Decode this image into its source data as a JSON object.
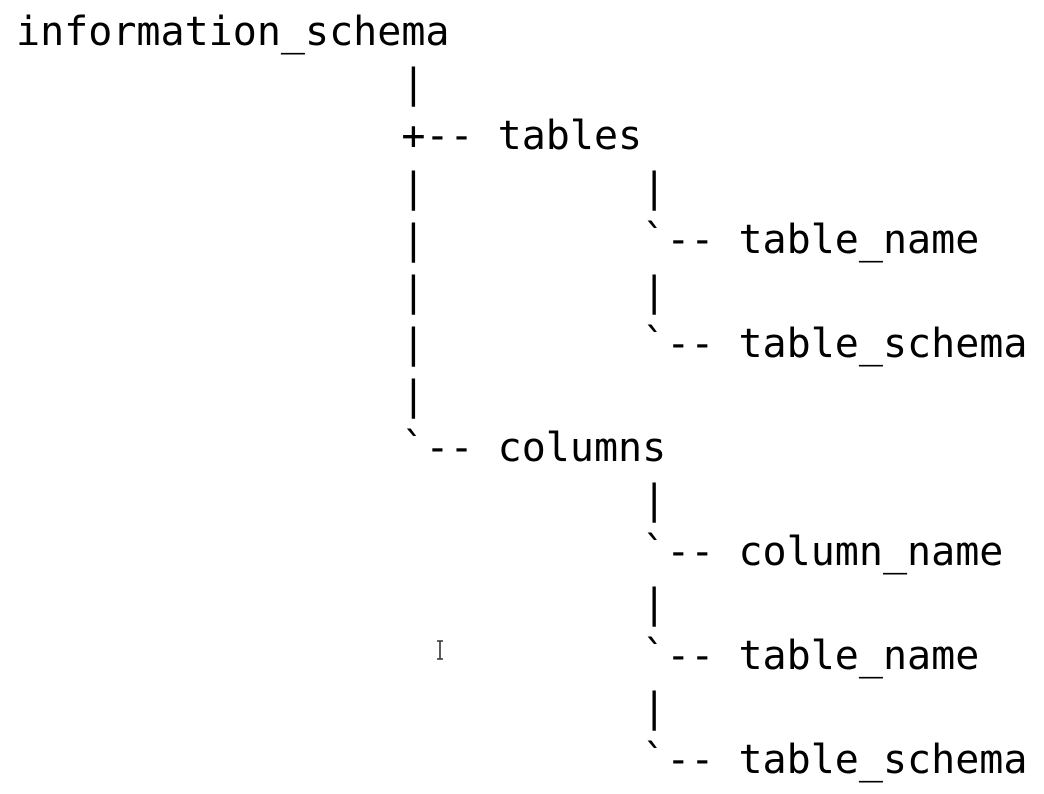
{
  "tree": {
    "lines": [
      "information_schema",
      "                |",
      "                +-- tables",
      "                |         |",
      "                |         `-- table_name",
      "                |         |",
      "                |         `-- table_schema",
      "                |",
      "                `-- columns",
      "                          |",
      "                          `-- column_name",
      "                          |",
      "                          `-- table_name",
      "                          |",
      "                          `-- table_schema"
    ]
  },
  "cursor": {
    "icon": "text-cursor-icon"
  }
}
